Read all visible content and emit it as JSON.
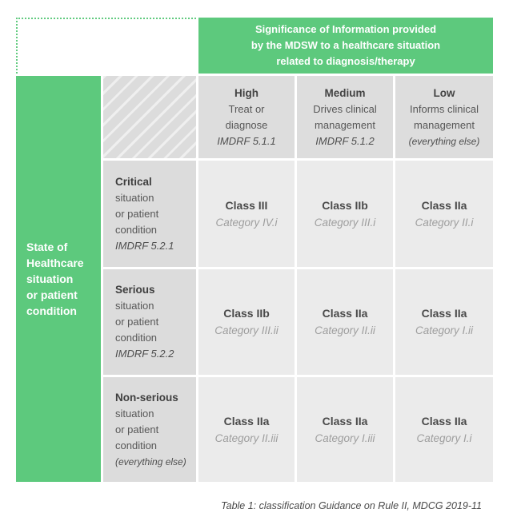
{
  "colors": {
    "green": "#5dc97d",
    "header_gray": "#dcdcdc",
    "cell_gray": "#ebebeb",
    "dotted_border_green": "#62cb80"
  },
  "top_header": {
    "lines": [
      "Significance of Information provided",
      "by the MDSW to a healthcare situation",
      "related to diagnosis/therapy"
    ]
  },
  "left_header": {
    "lines": [
      "State of",
      "Healthcare",
      "situation",
      "or patient",
      "condition"
    ]
  },
  "column_headers": [
    {
      "title": "High",
      "line1": "Treat or",
      "line2": "diagnose",
      "ref": "IMDRF 5.1.1"
    },
    {
      "title": "Medium",
      "line1": "Drives clinical",
      "line2": "management",
      "ref": "IMDRF 5.1.2"
    },
    {
      "title": "Low",
      "line1": "Informs clinical",
      "line2": "management",
      "ref": "(everything else)"
    }
  ],
  "row_headers": [
    {
      "title": "Critical",
      "line1": "situation",
      "line2": "or patient",
      "line3": "condition",
      "ref": "IMDRF 5.2.1"
    },
    {
      "title": "Serious",
      "line1": "situation",
      "line2": "or patient",
      "line3": "condition",
      "ref": "IMDRF 5.2.2"
    },
    {
      "title": "Non-serious",
      "line1": "situation",
      "line2": "or patient",
      "line3": "condition",
      "ref": "(everything else)"
    }
  ],
  "cells": [
    [
      {
        "cls": "Class III",
        "cat": "Category IV.i"
      },
      {
        "cls": "Class IIb",
        "cat": "Category III.i"
      },
      {
        "cls": "Class IIa",
        "cat": "Category II.i"
      }
    ],
    [
      {
        "cls": "Class IIb",
        "cat": "Category III.ii"
      },
      {
        "cls": "Class IIa",
        "cat": "Category II.ii"
      },
      {
        "cls": "Class IIa",
        "cat": "Category I.ii"
      }
    ],
    [
      {
        "cls": "Class IIa",
        "cat": "Category II.iii"
      },
      {
        "cls": "Class IIa",
        "cat": "Category I.iii"
      },
      {
        "cls": "Class IIa",
        "cat": "Category I.i"
      }
    ]
  ],
  "caption": "Table 1: classification Guidance on Rule II, MDCG 2019-11"
}
